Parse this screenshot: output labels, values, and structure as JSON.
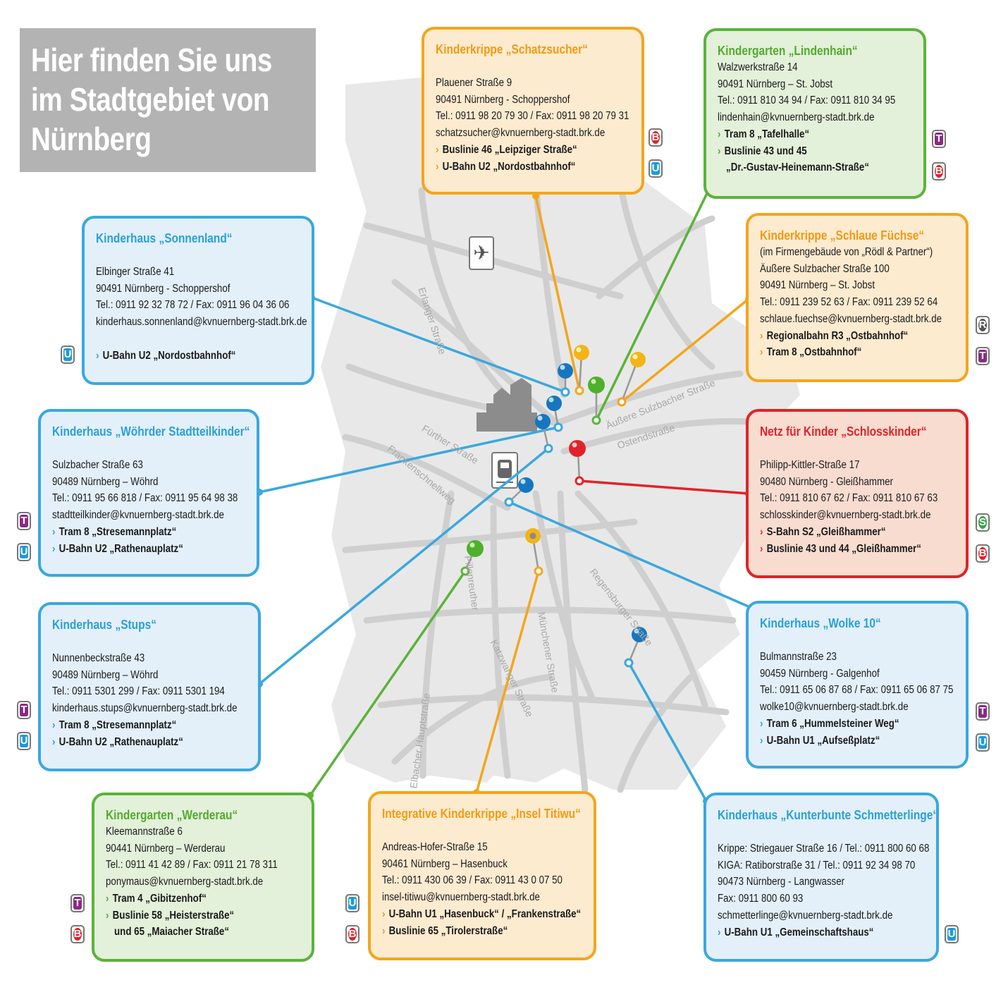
{
  "title": {
    "line1": "Hier finden Sie uns",
    "line2": "im Stadtgebiet von",
    "line3": "Nürnberg"
  },
  "streets": [
    "Erlanger Straße",
    "Äußere Sulzbacher Straße",
    "Ostendstraße",
    "Fürther Straße",
    "Frankenschnellweg",
    "Pillenreuther",
    "Katzwanger Straße",
    "Münchener Straße",
    "Regensburger Straße",
    "Elbacher Hauptstraße"
  ],
  "icons": {
    "airport": "airplane-icon",
    "train_station": "train-icon",
    "castle": "castle-icon"
  },
  "colors": {
    "blue": "#3aa8de",
    "orange": "#f3a61b",
    "green": "#5bb33a",
    "red": "#e0232a"
  },
  "locations": [
    {
      "id": "schatzsucher",
      "color": "orange",
      "title": "Kinderkrippe „Schatzsucher“",
      "lines": [
        "Plauener Straße 9",
        "90491 Nürnberg - Schoppershof",
        "Tel.: 0911 98 20 79 30 / Fax: 0911 98 20 79 31",
        "schatzsucher@kvnuernberg-stadt.brk.de"
      ],
      "transit": [
        "Buslinie 46 „Leipziger Straße“",
        "U-Bahn U2 „Nordostbahnhof“"
      ],
      "badges": [
        "B",
        "U"
      ]
    },
    {
      "id": "lindenhain",
      "color": "green",
      "title": "Kindergarten „Lindenhain“",
      "lines": [
        "Walzwerkstraße 14",
        "90491 Nürnberg – St. Jobst",
        "Tel.: 0911 810 34 94 / Fax: 0911 810 34 95",
        "lindenhain@kvnuernberg-stadt.brk.de"
      ],
      "transit": [
        "Tram 8 „Tafelhalle“",
        "Buslinie 43 und 45"
      ],
      "transit_cont": "„Dr.-Gustav-Heinemann-Straße“",
      "badges": [
        "T",
        "B"
      ]
    },
    {
      "id": "sonnenland",
      "color": "blue",
      "title": "Kinderhaus „Sonnenland“",
      "lines": [
        "Elbinger Straße 41",
        "90491 Nürnberg - Schoppershof",
        "Tel.: 0911 92 32 78 72 / Fax: 0911 96 04 36 06",
        "kinderhaus.sonnenland@kvnuernberg-stadt.brk.de"
      ],
      "transit": [
        "U-Bahn U2 „Nordostbahnhof“"
      ],
      "badges": [
        "U"
      ]
    },
    {
      "id": "schlaue_fuechse",
      "color": "orange",
      "title": "Kinderkrippe „Schlaue Füchse“",
      "lines": [
        "(im Firmengebäude von „Rödl & Partner“)",
        "Äußere Sulzbacher Straße 100",
        "90491 Nürnberg – St. Jobst",
        "Tel.: 0911 239 52 63 / Fax: 0911 239 52 64",
        "schlaue.fuechse@kvnuernberg-stadt.brk.de"
      ],
      "transit": [
        "Regionalbahn R3 „Ostbahnhof“",
        "Tram 8 „Ostbahnhof“"
      ],
      "badges": [
        "R",
        "T"
      ]
    },
    {
      "id": "woehrder",
      "color": "blue",
      "title": "Kinderhaus „Wöhrder Stadtteilkinder“",
      "lines": [
        "Sulzbacher Straße 63",
        "90489 Nürnberg – Wöhrd",
        "Tel.: 0911 95 66 818 / Fax: 0911 95 64 98 38",
        "stadtteilkinder@kvnuernberg-stadt.brk.de"
      ],
      "transit": [
        "Tram 8 „Stresemannplatz“",
        "U-Bahn U2 „Rathenauplatz“"
      ],
      "badges": [
        "T",
        "U"
      ]
    },
    {
      "id": "schlosskinder",
      "color": "red",
      "title": "Netz für Kinder „Schlosskinder“",
      "lines": [
        "Philipp-Kittler-Straße 17",
        "90480 Nürnberg - Gleißhammer",
        "Tel.: 0911 810 67 62 / Fax: 0911 810 67 63",
        "schlosskinder@kvnuernberg-stadt.brk.de"
      ],
      "transit": [
        "S-Bahn S2 „Gleißhammer“",
        "Buslinie 43 und 44 „Gleißhammer“"
      ],
      "badges": [
        "S",
        "B"
      ]
    },
    {
      "id": "stups",
      "color": "blue",
      "title": "Kinderhaus „Stups“",
      "lines": [
        "Nunnenbeckstraße 43",
        "90489 Nürnberg – Wöhrd",
        "Tel.: 0911 5301 299 / Fax: 0911 5301 194",
        "kinderhaus.stups@kvnuernberg-stadt.brk.de"
      ],
      "transit": [
        "Tram 8 „Stresemannplatz“",
        "U-Bahn U2 „Rathenauplatz“"
      ],
      "badges": [
        "T",
        "U"
      ]
    },
    {
      "id": "wolke10",
      "color": "blue",
      "title": "Kinderhaus „Wolke 10“",
      "lines": [
        "Bulmannstraße 23",
        "90459 Nürnberg - Galgenhof",
        "Tel.: 0911 65 06 87 68 / Fax: 0911 65 06 87 75",
        "wolke10@kvnuernberg-stadt.brk.de"
      ],
      "transit": [
        "Tram 6 „Hummelsteiner Weg“",
        "U-Bahn U1 „Aufseßplatz“"
      ],
      "badges": [
        "T",
        "U"
      ]
    },
    {
      "id": "werderau",
      "color": "green",
      "title": "Kindergarten „Werderau“",
      "lines": [
        "Kleemannstraße 6",
        "90441 Nürnberg – Werderau",
        "Tel.: 0911 41 42 89 / Fax: 0911 21 78 311",
        "ponymaus@kvnuernberg-stadt.brk.de"
      ],
      "transit": [
        "Tram 4 „Gibitzenhof“",
        "Buslinie 58 „Heisterstraße“"
      ],
      "transit_cont": "und 65 „Maiacher Straße“",
      "badges": [
        "T",
        "B"
      ]
    },
    {
      "id": "insel_titiwu",
      "color": "orange",
      "title": "Integrative Kinderkrippe „Insel Titiwu“",
      "lines": [
        "Andreas-Hofer-Straße 15",
        "90461 Nürnberg – Hasenbuck",
        "Tel.: 0911 430 06 39 / Fax: 0911 43 0 07 50",
        "insel-titiwu@kvnuernberg-stadt.brk.de"
      ],
      "transit": [
        "U-Bahn U1 „Hasenbuck“ / „Frankenstraße“",
        "Buslinie 65 „Tirolerstraße“"
      ],
      "badges": [
        "U",
        "B"
      ]
    },
    {
      "id": "schmetterlinge",
      "color": "blue",
      "title": "Kinderhaus „Kunterbunte Schmetterlinge“",
      "lines": [
        "Krippe: Striegauer Straße 16 / Tel.: 0911 800 60 68",
        "KIGA: Ratiborstraße 31 / Tel.: 0911 92 34 98 70",
        "90473 Nürnberg - Langwasser",
        "Fax: 0911 800 60 93",
        "schmetterlinge@kvnuernberg-stadt.brk.de"
      ],
      "transit": [
        "U-Bahn U1 „Gemeinschaftshaus“"
      ],
      "badges": [
        "U"
      ]
    }
  ]
}
